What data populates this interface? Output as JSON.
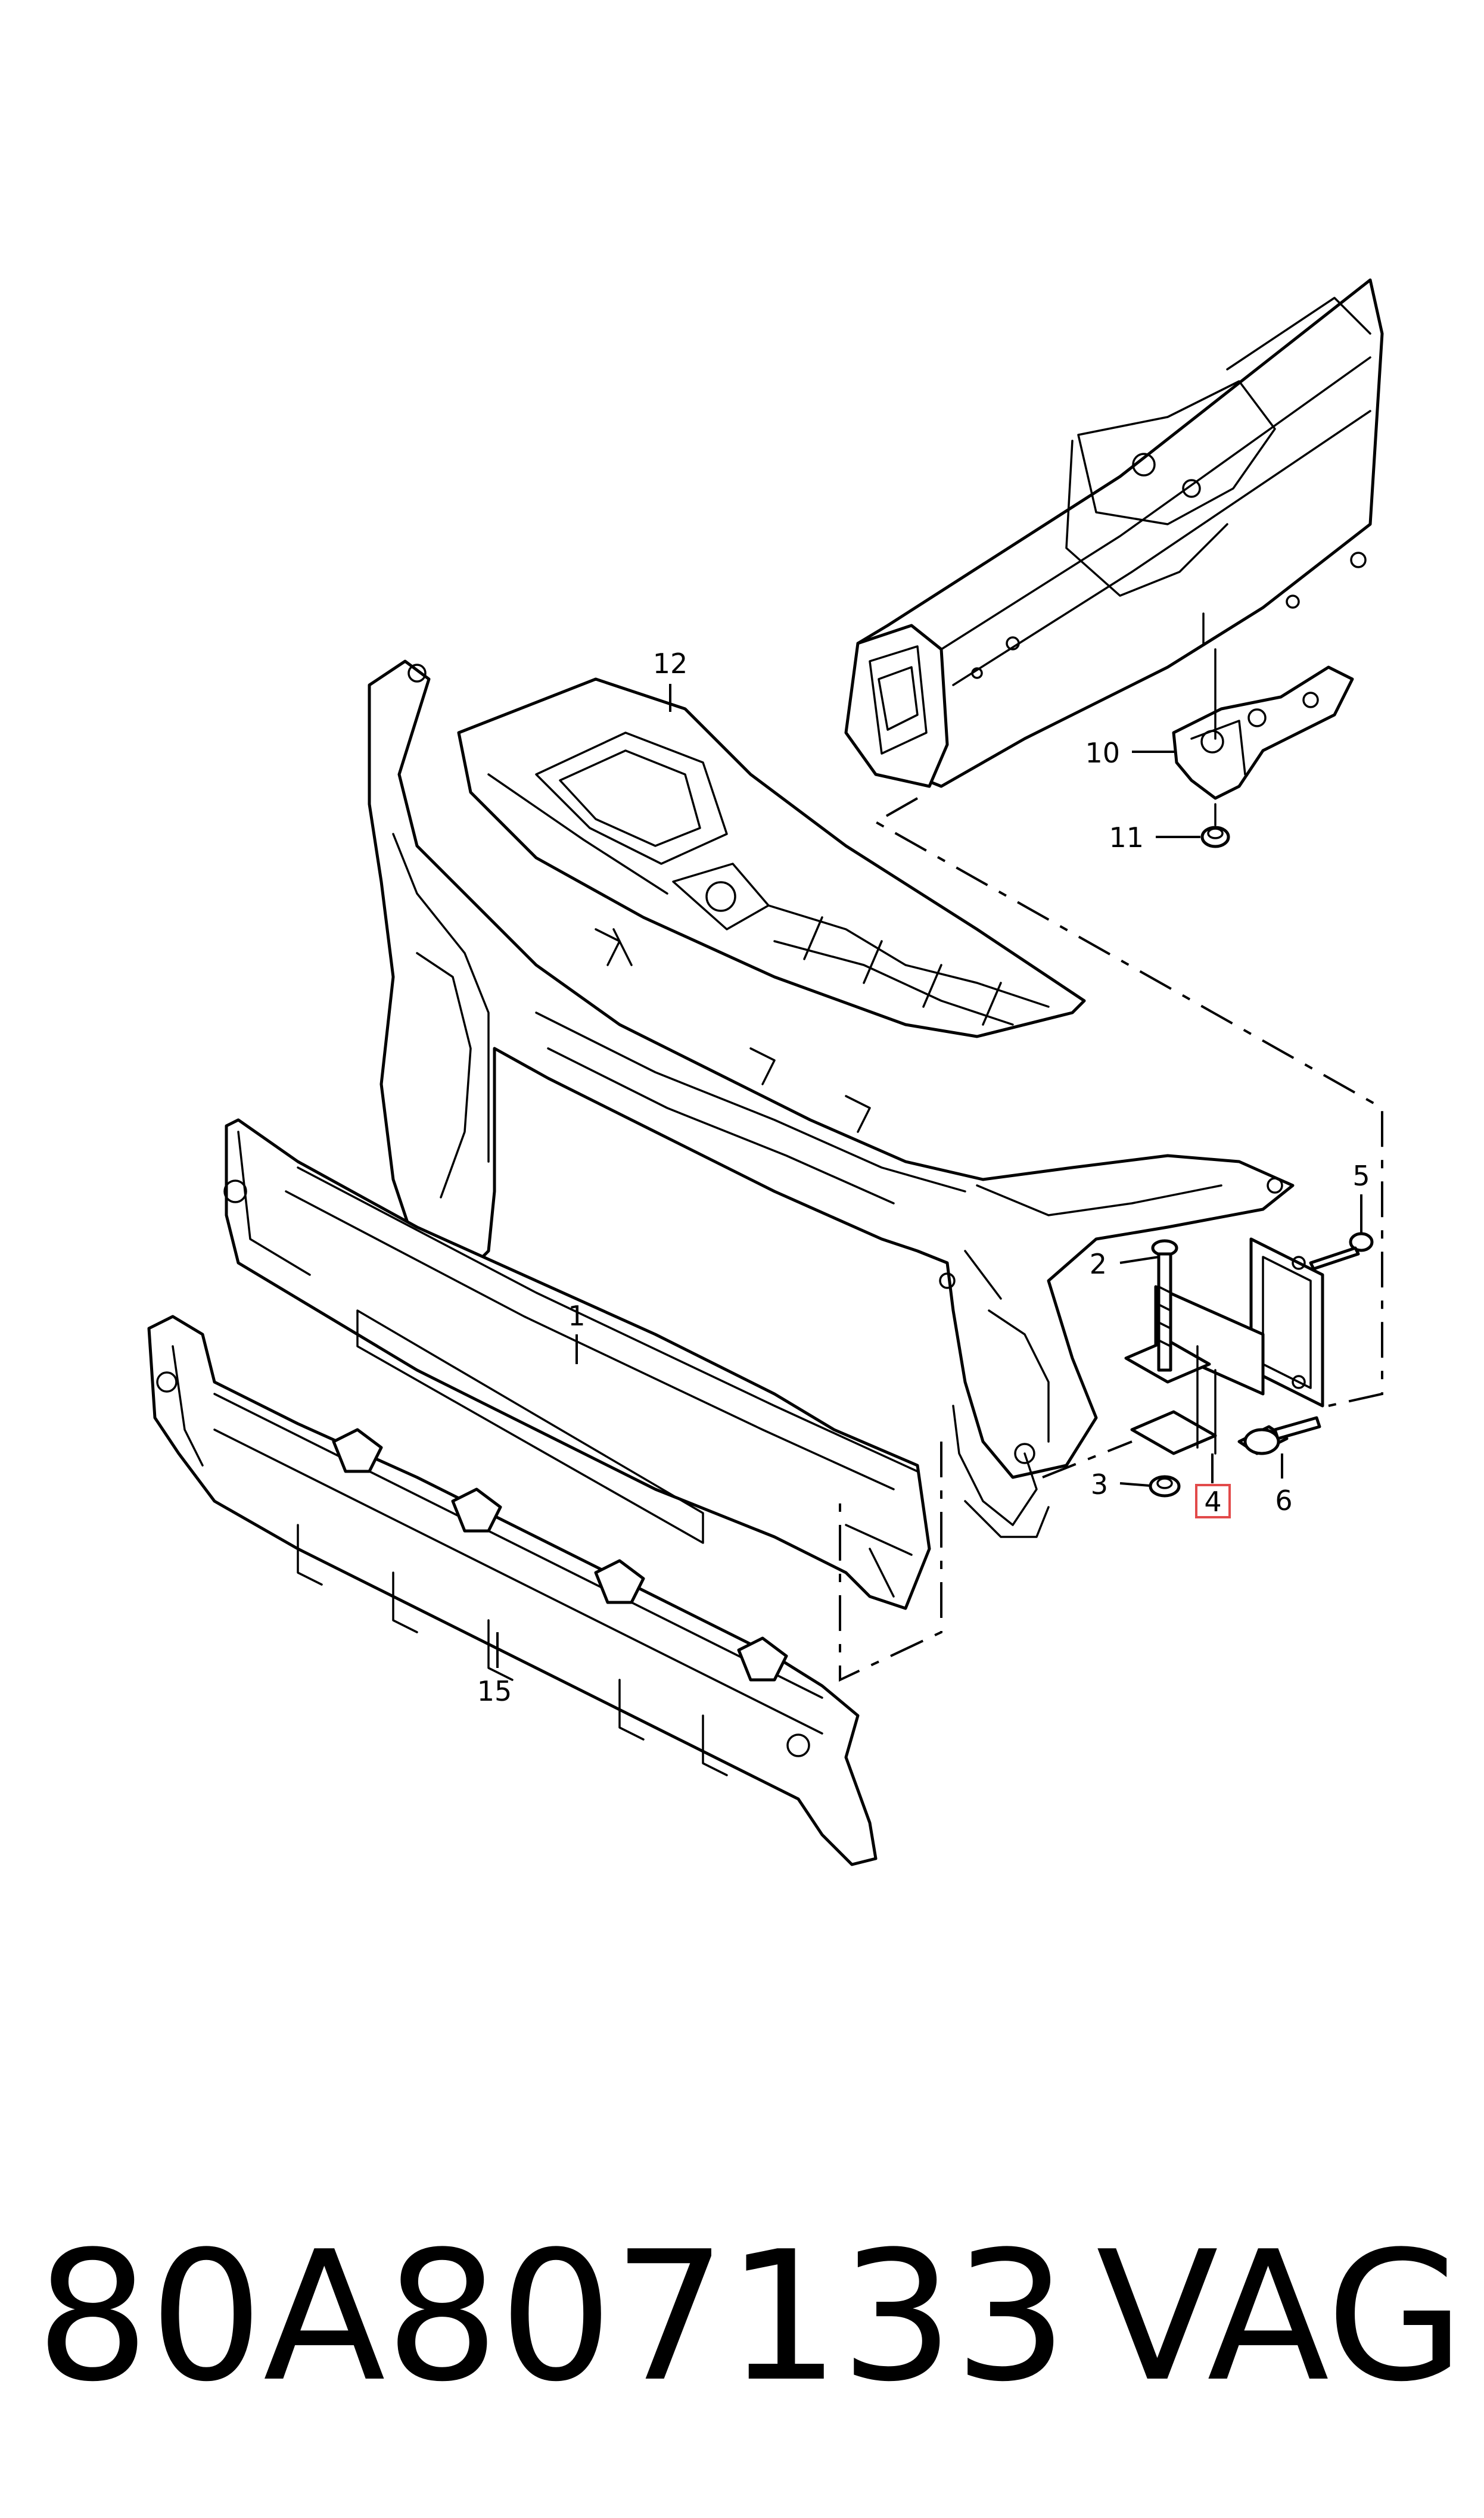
{
  "diagram": {
    "callouts": {
      "c1": "1",
      "c2": "2",
      "c3": "3",
      "c4": "4",
      "c5": "5",
      "c6": "6",
      "c10": "10",
      "c11": "11",
      "c12": "12",
      "c15": "15"
    },
    "highlighted_callout": "4",
    "highlight_color": "#e24a4a"
  },
  "footer": {
    "part_number": "80A807133",
    "brand": "VAG"
  }
}
